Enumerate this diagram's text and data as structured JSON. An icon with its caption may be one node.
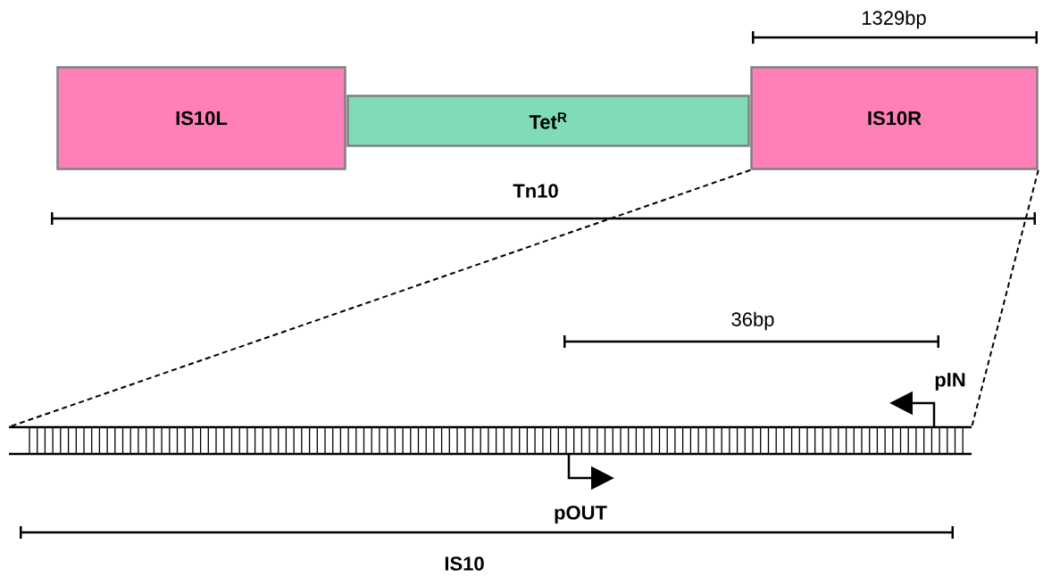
{
  "diagram": {
    "nodes": [
      {
        "text": [
          "IS10L"
        ]
      },
      {
        "text": [
          "Tet$^{R}$"
        ]
      },
      {
        "text": [
          "IS10R"
        ]
      },
      {
        "text": [],
        "shape": "bar"
      }
    ],
    "edges": [
      {
        "from": 2,
        "to": 3,
        "arrow": "none",
        "style": "dashed"
      },
      {
        "from": 2,
        "to": 3,
        "arrow": "none",
        "style": "dashed"
      }
    ],
    "labels": [
      "1329bp",
      "Tn10",
      "36bp",
      "pIN",
      "pOUT",
      "IS10"
    ]
  }
}
